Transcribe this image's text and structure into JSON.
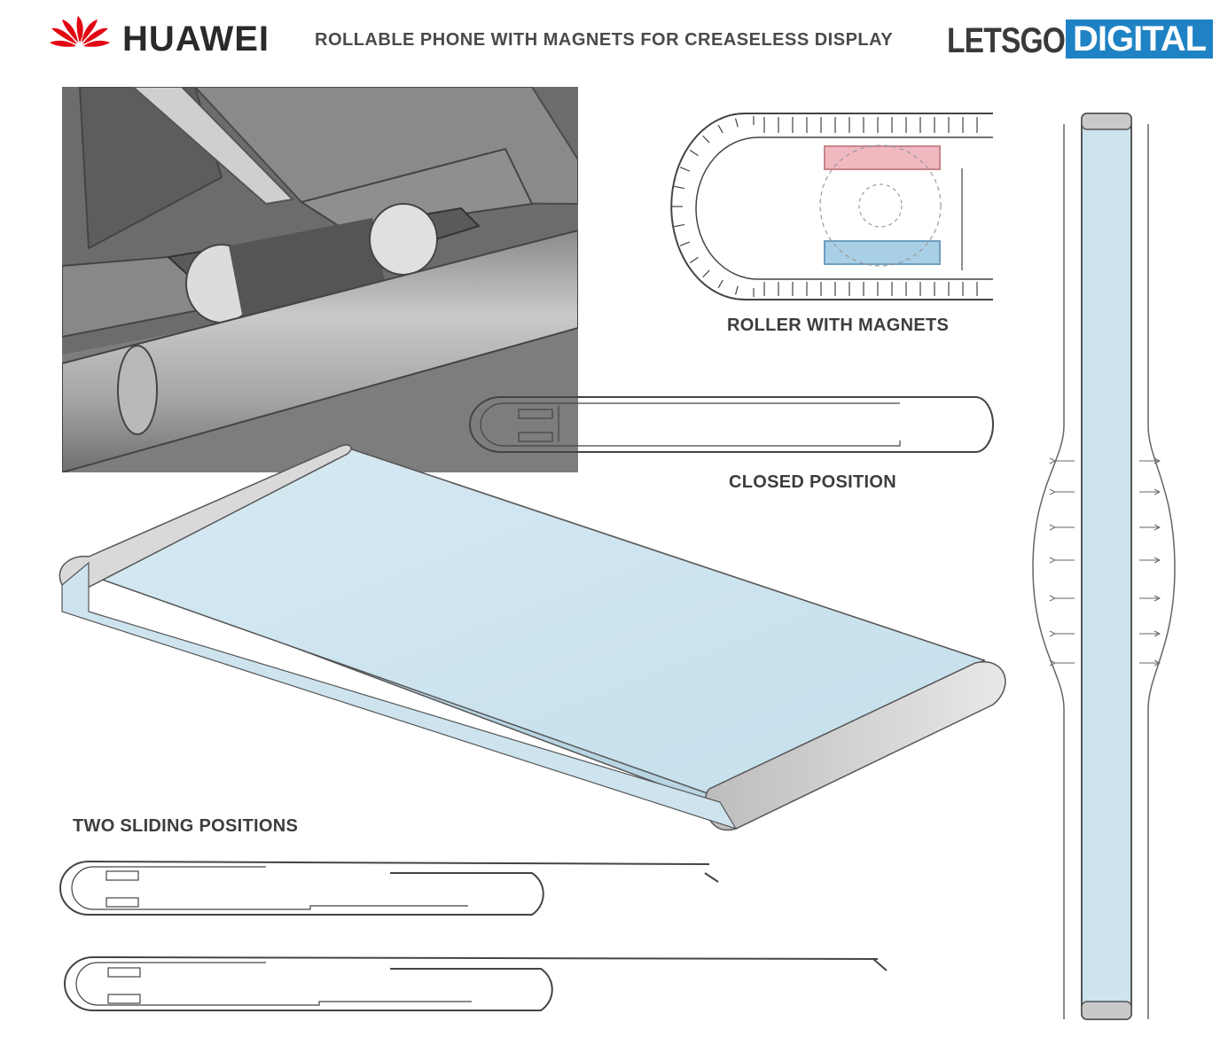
{
  "header": {
    "brand_name": "HUAWEI",
    "headline": "ROLLABLE PHONE WITH MAGNETS FOR CREASELESS DISPLAY",
    "logo_part1": "LETSGO",
    "logo_part2": "DIGITAL",
    "brand_color": "#e30613",
    "logo_accent": "#1f82c4"
  },
  "captions": {
    "roller": "ROLLER WITH MAGNETS",
    "closed": "CLOSED POSITION",
    "sliding": "TWO SLIDING POSITIONS"
  },
  "colors": {
    "screen": "#cce3ee",
    "magnet_top": "#f0b9bf",
    "magnet_bottom": "#a9cfe6",
    "line": "#444444"
  }
}
